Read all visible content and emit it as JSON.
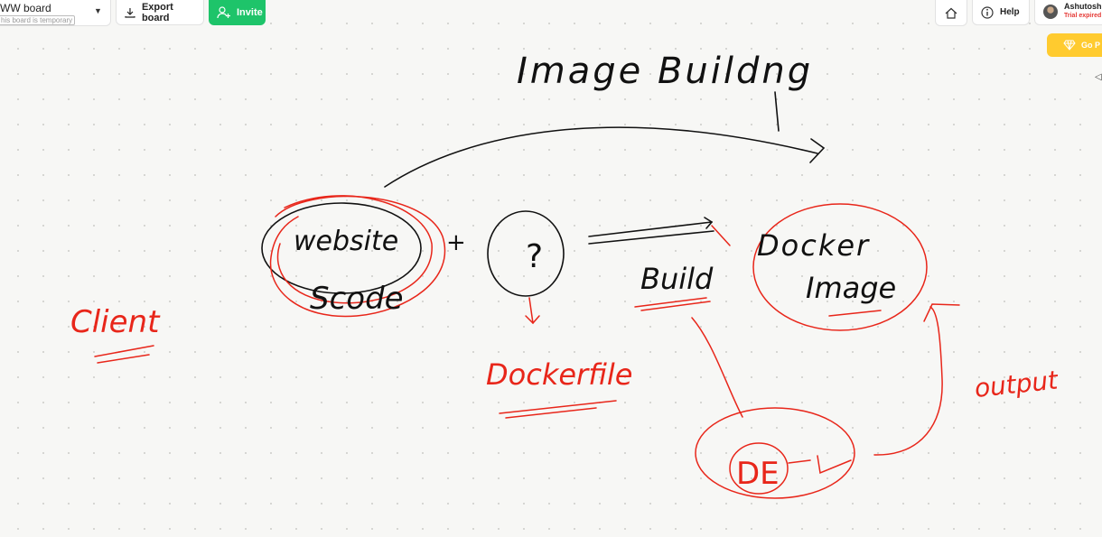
{
  "toolbar": {
    "board_name": "WW board",
    "board_status": "his board is temporary",
    "export_label": "Export board",
    "invite_label": "Invite",
    "help_label": "Help",
    "user_name": "Ashutosh",
    "trial_status": "Trial expired",
    "go_pro_label": "Go P"
  },
  "icons": {
    "board_menu": "chevron-down-icon",
    "export": "download-icon",
    "invite": "add-user-icon",
    "home": "home-icon",
    "help": "info-icon",
    "upgrade": "diamond-icon"
  },
  "colors": {
    "invite_green": "#1ec46a",
    "go_pro_yellow": "#ffcb2f",
    "trial_red": "#e53935",
    "ink_black": "#111111",
    "ink_red": "#e8261a"
  },
  "board": {
    "title": "Image Buildng",
    "website": "website",
    "code": "Scode",
    "plus": "+",
    "unknown": "?",
    "build": "Build",
    "docker": "Docker",
    "image": "Image",
    "client": "Client",
    "dockerfile": "Dockerfile",
    "de": "DE",
    "output": "output"
  }
}
